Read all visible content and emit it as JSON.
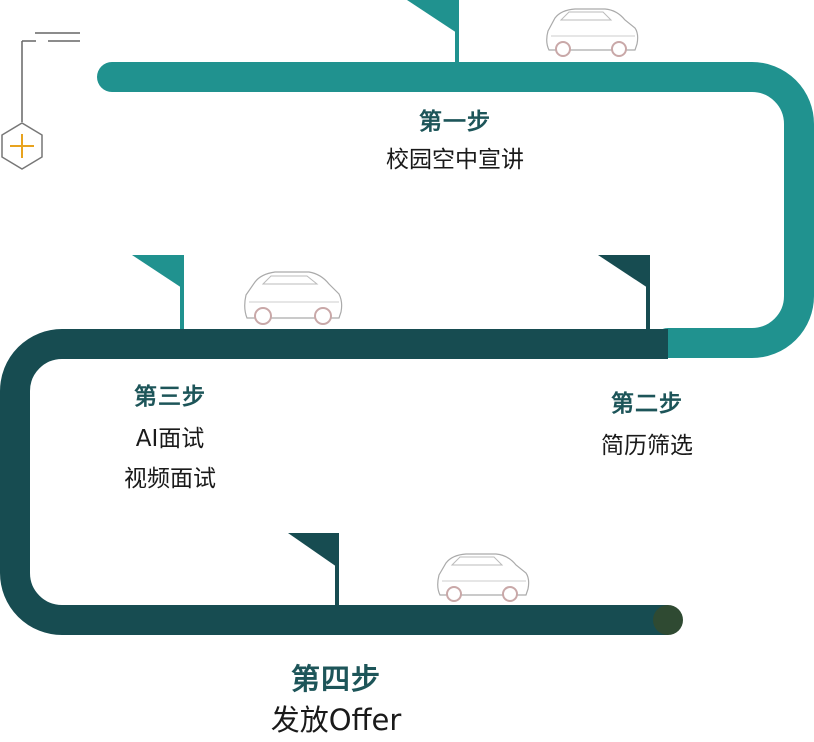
{
  "colors": {
    "teal": "#20928f",
    "dark": "#174c51",
    "end_dot": "#2f4a32",
    "title": "#1d5559",
    "hex_icon": "#e8a31e"
  },
  "steps": [
    {
      "title": "第一步",
      "lines": [
        "校园空中宣讲"
      ]
    },
    {
      "title": "第二步",
      "lines": [
        "简历筛选"
      ]
    },
    {
      "title": "第三步",
      "lines": [
        "AI面试",
        "视频面试"
      ]
    },
    {
      "title": "第四步",
      "lines": [
        "发放Offer"
      ]
    }
  ],
  "icons": {
    "corner": "plus-hexagon-icon",
    "car": "car-icon",
    "flag": "flag-icon"
  }
}
